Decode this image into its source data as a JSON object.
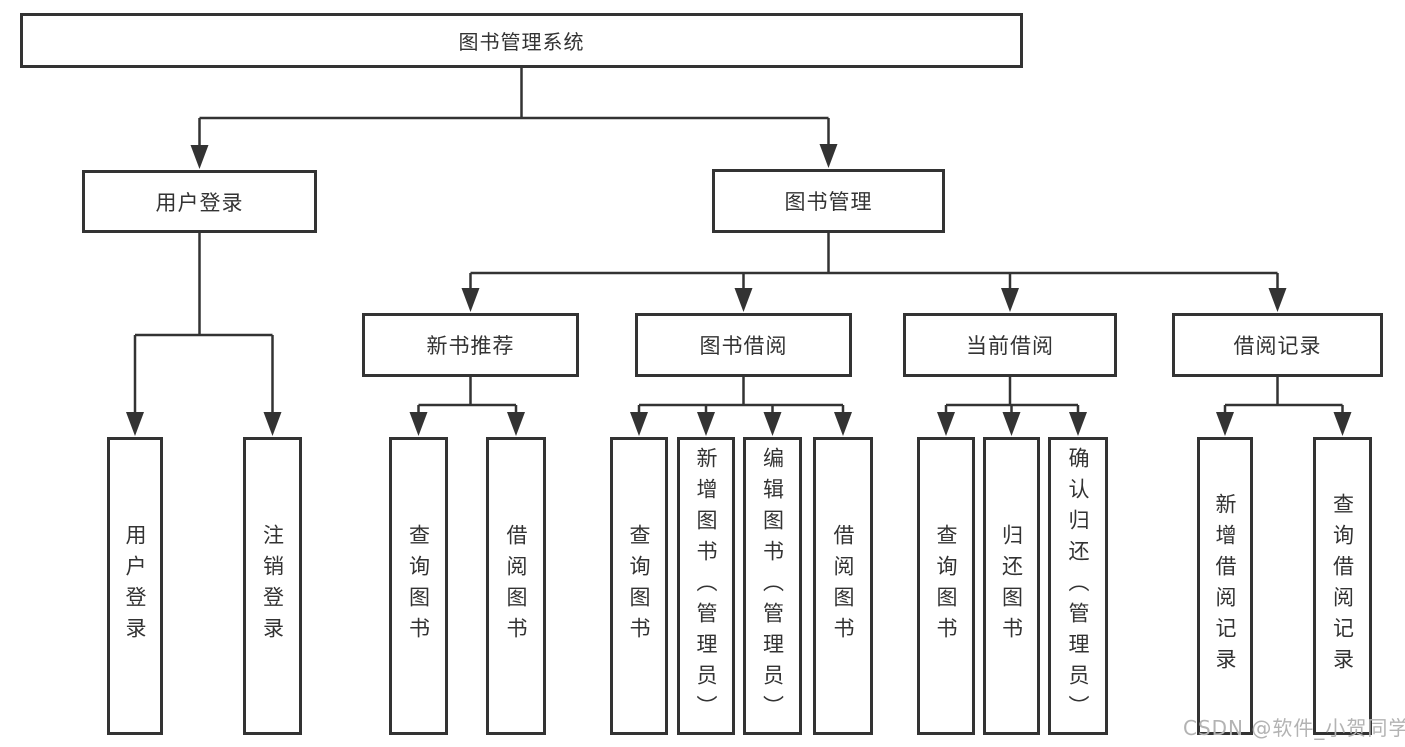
{
  "diagram": {
    "watermark": "CSDN @软件_小贺同学",
    "colors": {
      "line": "#333333",
      "text": "#333333",
      "box_background": "#ffffff",
      "page_background": "#ffffff",
      "watermark": "#b3b3b3"
    }
  },
  "tree": {
    "root": {
      "label": "图书管理系统",
      "children": [
        {
          "label": "用户登录",
          "children": [
            {
              "label": "用户登录"
            },
            {
              "label": "注销登录"
            }
          ]
        },
        {
          "label": "图书管理",
          "children": [
            {
              "label": "新书推荐",
              "children": [
                {
                  "label": "查询图书"
                },
                {
                  "label": "借阅图书"
                }
              ]
            },
            {
              "label": "图书借阅",
              "children": [
                {
                  "label": "查询图书"
                },
                {
                  "label": "新增图书（管理员）"
                },
                {
                  "label": "编辑图书（管理员）"
                },
                {
                  "label": "借阅图书"
                }
              ]
            },
            {
              "label": "当前借阅",
              "children": [
                {
                  "label": "查询图书"
                },
                {
                  "label": "归还图书"
                },
                {
                  "label": "确认归还（管理员）"
                }
              ]
            },
            {
              "label": "借阅记录",
              "children": [
                {
                  "label": "新增借阅记录"
                },
                {
                  "label": "查询借阅记录"
                }
              ]
            }
          ]
        }
      ]
    }
  }
}
